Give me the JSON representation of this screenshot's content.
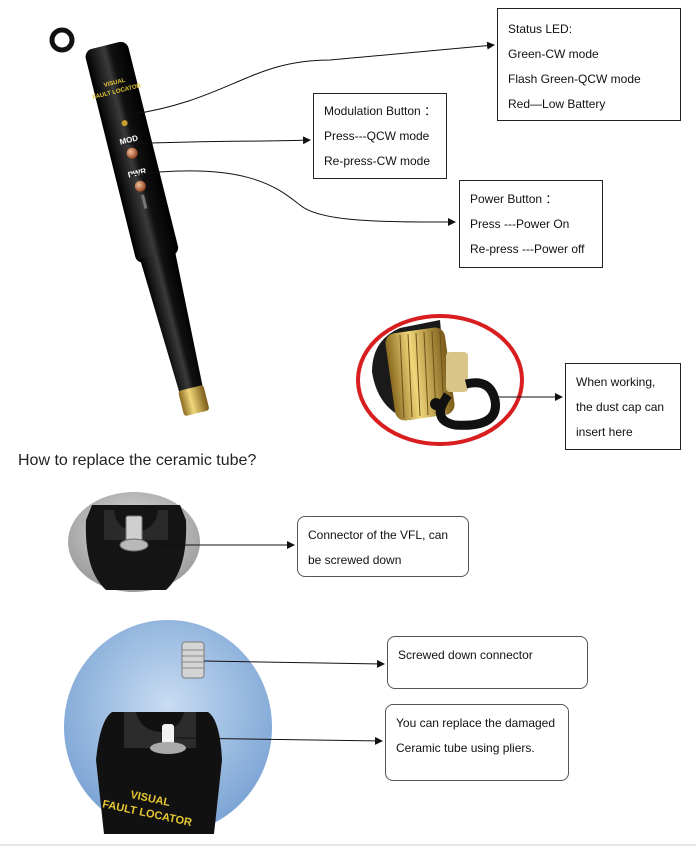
{
  "status_led": {
    "title": "Status LED:",
    "lines": [
      "Green-CW mode",
      "Flash Green-QCW mode",
      "Red—Low Battery"
    ]
  },
  "modulation_button": {
    "title": "Modulation Button ：",
    "lines": [
      "Press---QCW mode",
      "Re-press-CW mode"
    ]
  },
  "power_button": {
    "title": "Power Button ：",
    "lines": [
      "Press ---Power On",
      "Re-press ---Power off"
    ]
  },
  "dust_cap": {
    "lines": [
      "When working,",
      "the dust cap can",
      "insert here"
    ]
  },
  "section_heading": "How to replace the ceramic tube?",
  "connector_vfl": {
    "lines": [
      "Connector of the VFL, can",
      "be screwed down"
    ]
  },
  "screwed_connector": {
    "text": "Screwed down connector"
  },
  "replace_tube": {
    "lines": [
      "You can replace the damaged",
      "Ceramic tube using pliers."
    ]
  },
  "pen_labels": {
    "brand_line1": "VISUAL",
    "brand_line2": "FAULT LOCATOR",
    "mod": "MOD",
    "pwr": "PWR"
  },
  "photo_labels": {
    "line1": "VISUAL",
    "line2": "FAULT LOCATOR"
  },
  "colors": {
    "pen_body": "#0d0d0d",
    "brass": "#c9a64a",
    "red_ring": "#d81e1e",
    "photo_background": "#8fb4de",
    "label_yellow": "#e8c832"
  }
}
